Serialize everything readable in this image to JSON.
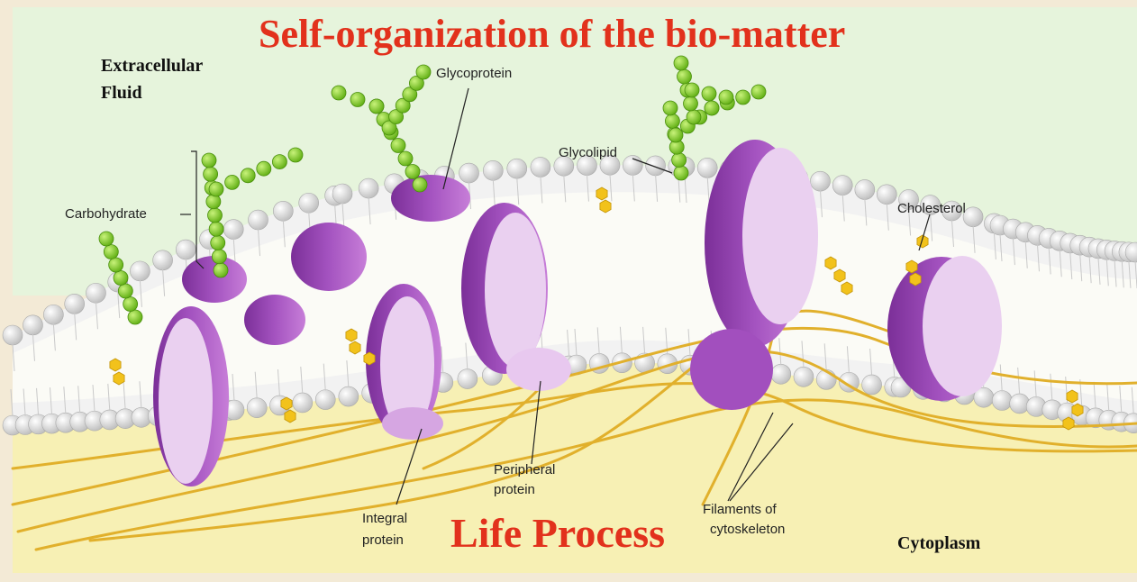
{
  "title_top": "Self-organization of the bio-matter",
  "title_bottom": "Life Process",
  "labels": {
    "extracellular_line1": "Extracellular",
    "extracellular_line2": "Fluid",
    "glycoprotein": "Glycoprotein",
    "glycolipid": "Glycolipid",
    "cholesterol": "Cholesterol",
    "carbohydrate": "Carbohydrate",
    "peripheral_line1": "Peripheral",
    "peripheral_line2": "protein",
    "integral_line1": "Integral",
    "integral_line2": "protein",
    "filaments_line1": "Filaments of",
    "filaments_line2": "cytoskeleton",
    "cytoplasm": "Cytoplasm"
  },
  "colors": {
    "title_red": "#e2311c",
    "extracellular_bg": "#e6f4dc",
    "cytoplasm_bg": "#f7f0b4",
    "protein_purple": "#9a48b6",
    "protein_light": "#ead0f0",
    "chain_green": "#8fd626",
    "lipid_head": "#eeeeee",
    "filament_yellow": "#e1b02c",
    "cholesterol_yellow": "#f2c21b"
  }
}
